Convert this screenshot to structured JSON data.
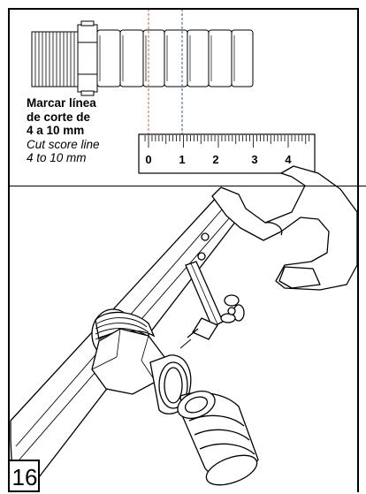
{
  "caption": {
    "spanish_line1": "Marcar línea",
    "spanish_line2": "de corte de",
    "spanish_line3": "4 a 10 mm",
    "english_line1": "Cut score line",
    "english_line2": "4 to 10 mm"
  },
  "ruler": {
    "labels": [
      "0",
      "1",
      "2",
      "3",
      "4"
    ]
  },
  "step": {
    "number": "16"
  },
  "colors": {
    "guide_red": "#d9534f",
    "guide_blue": "#3a4fb0",
    "ink": "#000000"
  }
}
